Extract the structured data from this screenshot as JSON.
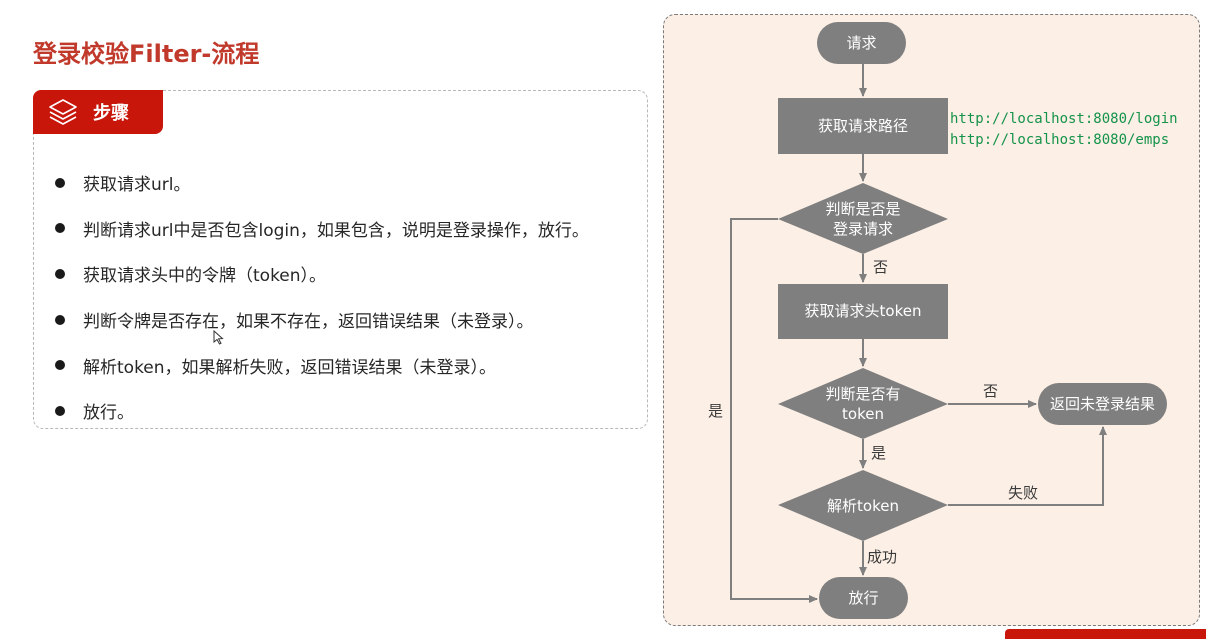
{
  "page": {
    "title": "登录校验Filter-流程"
  },
  "steps": {
    "tab_label": "步骤",
    "tab_icon": "layers-icon",
    "items": [
      "获取请求url。",
      "判断请求url中是否包含login，如果包含，说明是登录操作，放行。",
      "获取请求头中的令牌（token）。",
      "判断令牌是否存在，如果不存在，返回错误结果（未登录）。",
      "解析token，如果解析失败，返回错误结果（未登录）。",
      "放行。"
    ]
  },
  "flowchart": {
    "nodes": {
      "start": "请求",
      "get_path": "获取请求路径",
      "is_login_line1": "判断是否是",
      "is_login_line2": "登录请求",
      "get_token": "获取请求头token",
      "has_token_line1": "判断是否有",
      "has_token_line2": "token",
      "parse_token": "解析token",
      "not_logged_in": "返回未登录结果",
      "pass": "放行"
    },
    "urls": [
      "http://localhost:8080/login",
      "http://localhost:8080/emps"
    ],
    "edge_labels": {
      "is_login_no": "否",
      "is_login_yes": "是",
      "has_token_no": "否",
      "has_token_yes": "是",
      "parse_fail": "失败",
      "parse_success": "成功"
    }
  },
  "colors": {
    "title": "#c0392b",
    "tab_bg": "#c8160b",
    "node_fill": "#7f7f7f",
    "panel_bg": "#fcefe6",
    "url_text": "#14934a",
    "edge": "#7f7f7f"
  }
}
